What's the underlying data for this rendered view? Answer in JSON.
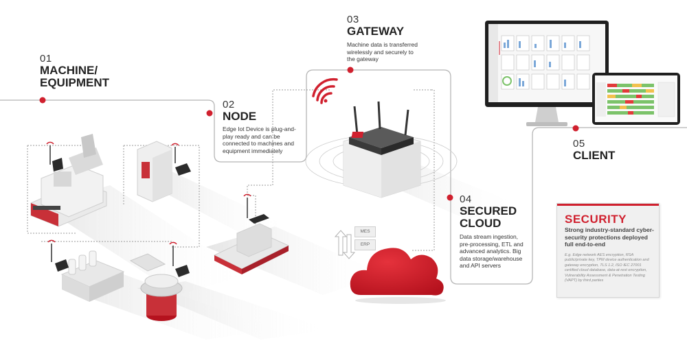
{
  "steps": [
    {
      "number": "01",
      "title": "MACHINE/\nEQUIPMENT"
    },
    {
      "number": "02",
      "title": "NODE",
      "description": "Edge Iot Device is plug-and-play ready and can be connected to machines and equipment immediately"
    },
    {
      "number": "03",
      "title": "GATEWAY",
      "description": "Machine data is transferred wirelessly and securely to the gateway"
    },
    {
      "number": "04",
      "title": "SECURED\nCLOUD",
      "description": "Data stream ingestion, pre-processing, ETL and advanced analytics. Big data storage/warehouse and API servers"
    },
    {
      "number": "05",
      "title": "CLIENT"
    }
  ],
  "security": {
    "title": "SECURITY",
    "subtitle": "Strong industry-standard cyber-security protections deployed full end-to-end",
    "note": "E.g. Edge network AES encryption, RSA public/private key, TPM device authentication and gateway encryption, TLS 1.2, ISO IEC 27001 certified cloud database, data-at-rest encryption, Vulnerability Assessment & Penetration Testing (VAPT) by third parties"
  },
  "cloud_tags": {
    "mes": "MES",
    "erp": "ERP"
  },
  "colors": {
    "accent": "#d0202e",
    "line": "#b5b5b5",
    "dotted": "#9a9a9a",
    "text": "#222222"
  },
  "icons": [
    "wifi-icon",
    "antenna-icon",
    "cloud-icon",
    "router-icon",
    "monitor-icon",
    "tablet-icon",
    "sync-arrows-icon"
  ]
}
